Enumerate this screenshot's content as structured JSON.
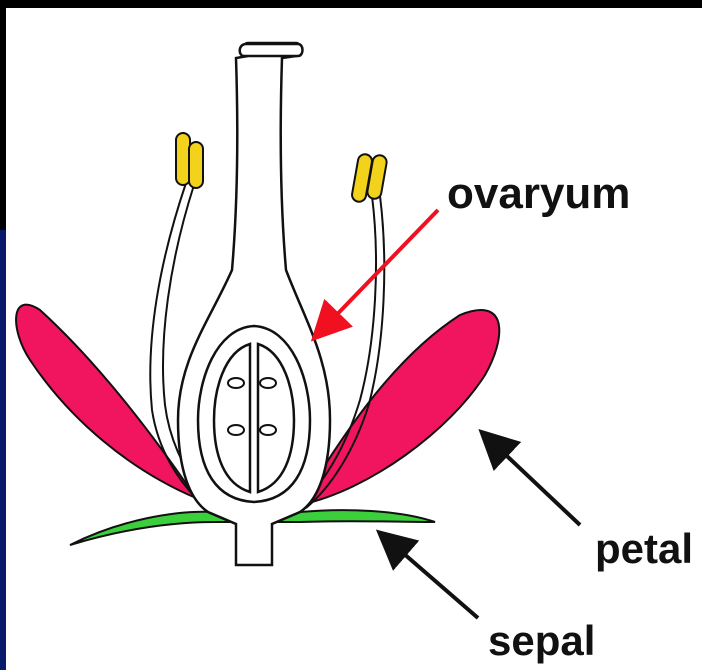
{
  "labels": {
    "ovary": "ovaryum",
    "petal": "petal",
    "sepal": "sepal"
  },
  "parts": {
    "petal-left": "petal",
    "petal-right": "petal",
    "sepal": "sepal",
    "ovary": "ovary",
    "style": "style",
    "stigma": "stigma",
    "anther-left": "anther",
    "anther-right": "anther",
    "filament-left": "filament",
    "filament-right": "filament",
    "ovules": "ovule"
  },
  "colors": {
    "background": "#000000",
    "canvas": "#ffffff",
    "petal": "#f0155e",
    "sepal": "#3bd03b",
    "anther": "#f2d21a",
    "outline": "#111111",
    "ovary_arrow": "#f01020",
    "label_arrow": "#111111"
  }
}
